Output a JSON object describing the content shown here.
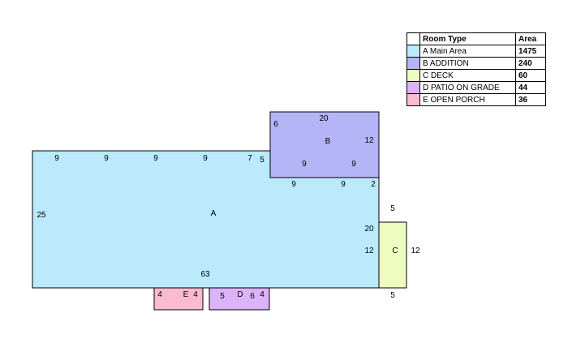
{
  "legend": {
    "header": {
      "type": "Room Type",
      "area": "Area"
    },
    "rows": [
      {
        "name": "A Main Area",
        "area": "1475",
        "color": "#bbeafc"
      },
      {
        "name": "B ADDITION",
        "area": "240",
        "color": "#b4b4f7"
      },
      {
        "name": "C DECK",
        "area": "60",
        "color": "#eefcbf"
      },
      {
        "name": "D PATIO ON GRADE",
        "area": "44",
        "color": "#dcb2f8"
      },
      {
        "name": "E OPEN PORCH",
        "area": "36",
        "color": "#fbbad0"
      }
    ]
  },
  "rooms": {
    "A": {
      "label": "A",
      "color": "#bbeafc",
      "dims": {
        "top": [
          "9",
          "9",
          "9",
          "9",
          "7"
        ],
        "left": "25",
        "bottom": "63",
        "right_upper": "20",
        "right_lower": "12",
        "step": "5",
        "under_b": [
          "9",
          "9",
          "2"
        ]
      }
    },
    "B": {
      "label": "B",
      "color": "#b4b4f7",
      "dims": {
        "top": "20",
        "left": "6",
        "right": "12",
        "bottom": [
          "9",
          "9"
        ]
      }
    },
    "C": {
      "label": "C",
      "color": "#eefcbf",
      "dims": {
        "top": "5",
        "right": "12",
        "bottom": "5"
      }
    },
    "D": {
      "label": "D",
      "color": "#dcb2f8",
      "dims": {
        "left": "5",
        "mid": "6",
        "right": "4"
      }
    },
    "E": {
      "label": "E",
      "color": "#fbbad0",
      "dims": {
        "left": "4",
        "right": "4"
      }
    }
  }
}
